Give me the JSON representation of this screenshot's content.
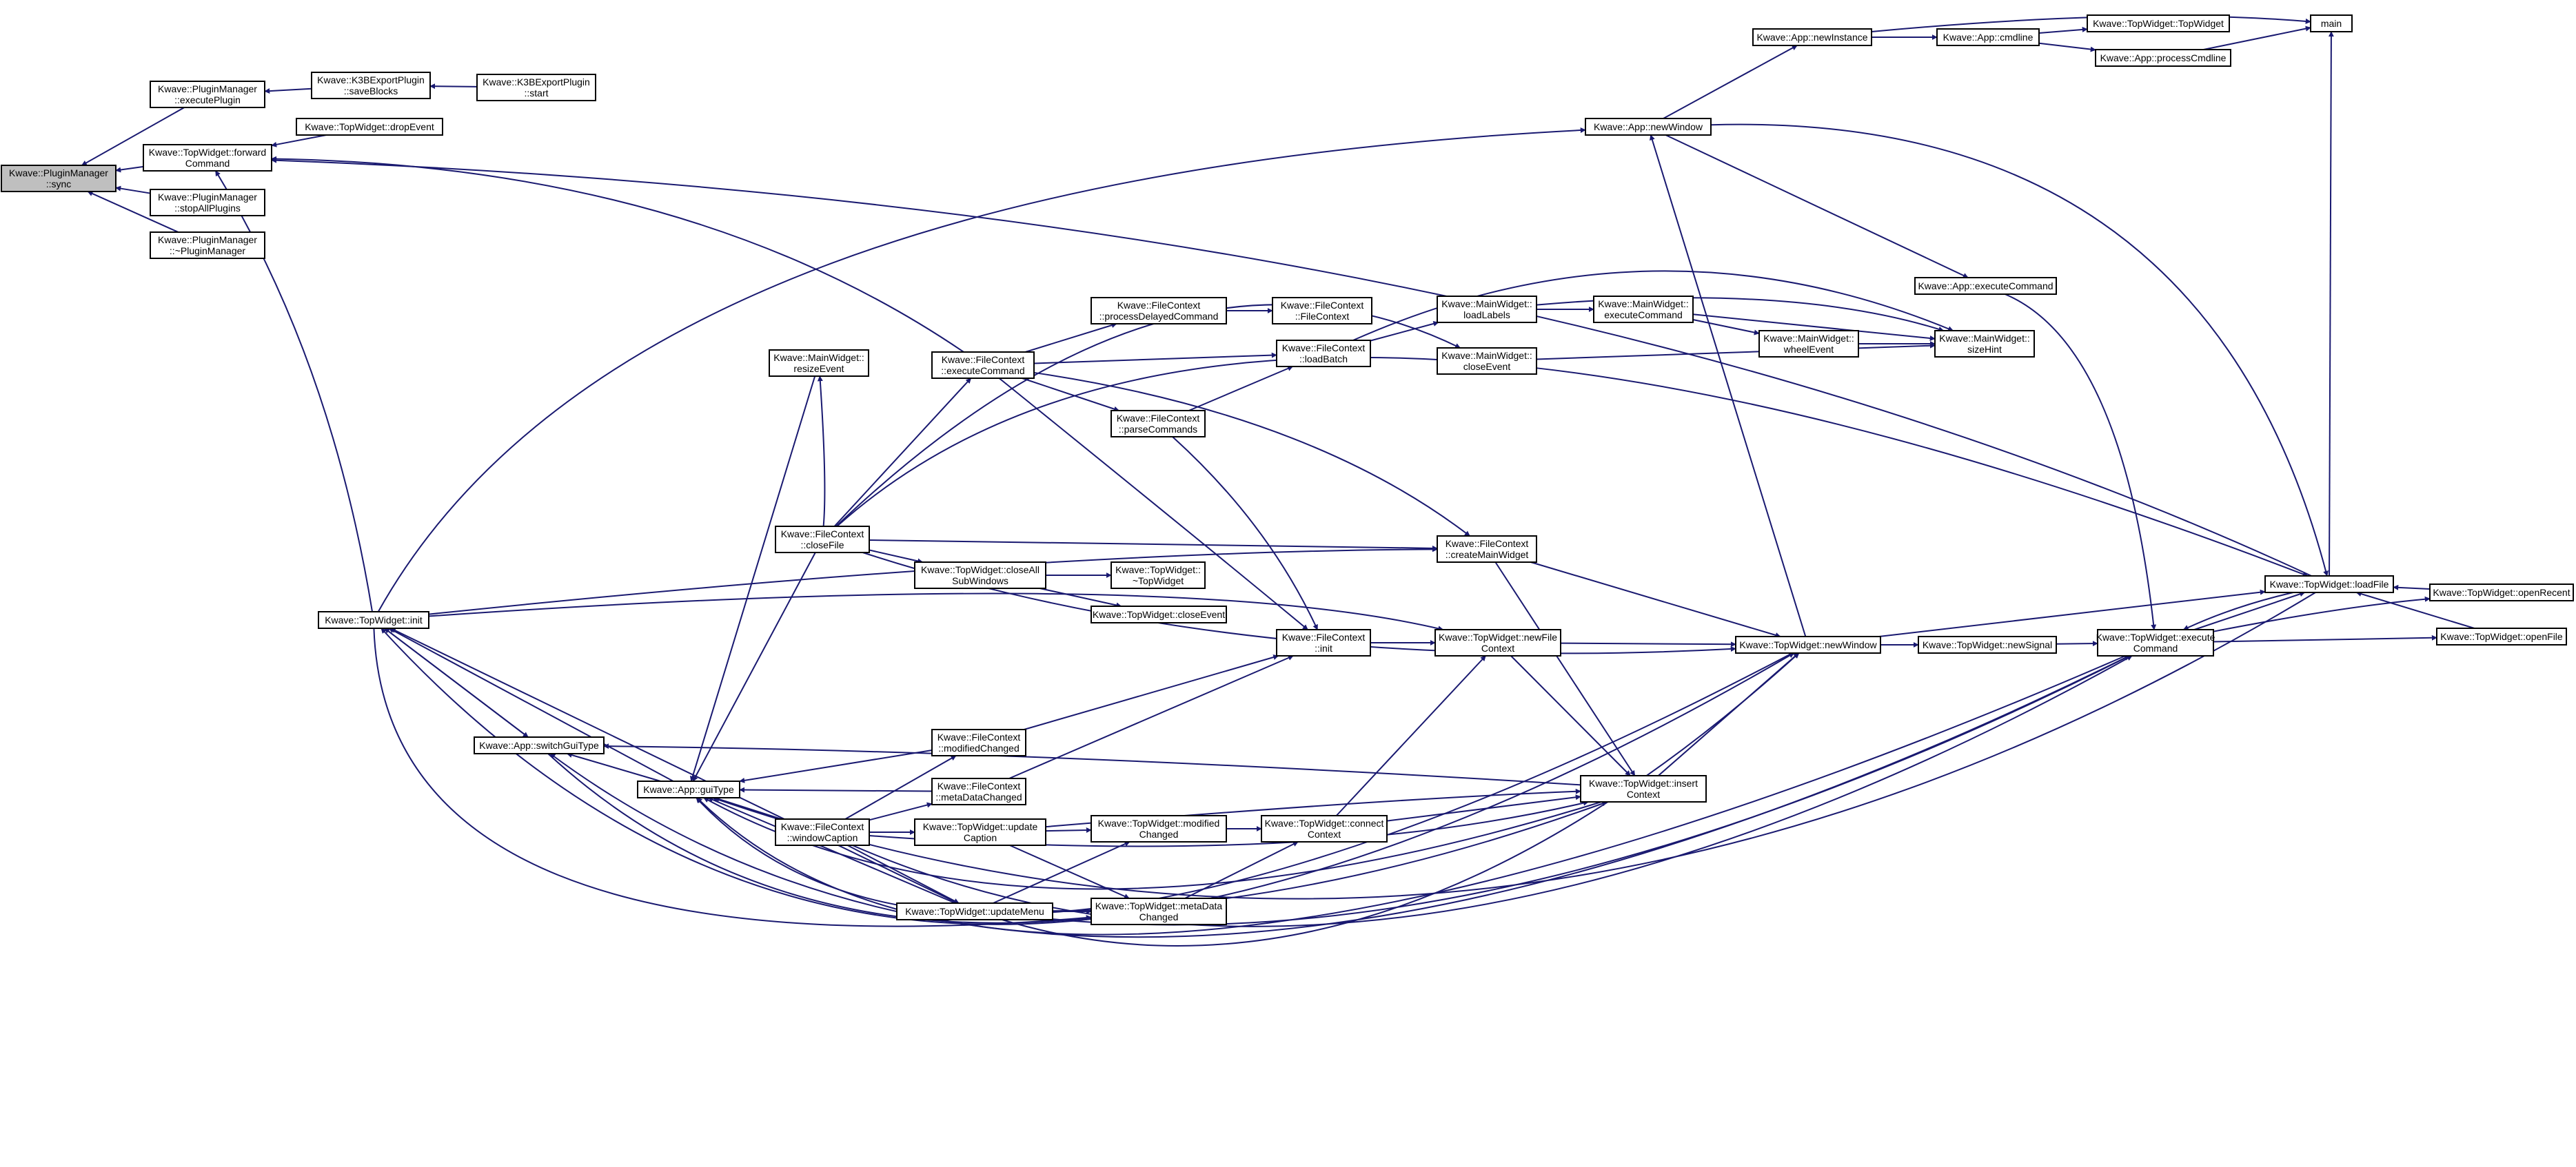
{
  "graph": {
    "colors": {
      "edge": "#191970",
      "node_fill": "#ffffff",
      "focus_fill": "#bfbfbf",
      "border": "#000000"
    },
    "nodes": [
      {
        "id": "sync",
        "lines": [
          "Kwave::PluginManager",
          "::sync"
        ],
        "focus": true
      },
      {
        "id": "executePlugin",
        "lines": [
          "Kwave::PluginManager",
          "::executePlugin"
        ]
      },
      {
        "id": "forwardCommand",
        "lines": [
          "Kwave::TopWidget::forward",
          "Command"
        ]
      },
      {
        "id": "stopAllPlugins",
        "lines": [
          "Kwave::PluginManager",
          "::stopAllPlugins"
        ]
      },
      {
        "id": "dtorPluginManager",
        "lines": [
          "Kwave::PluginManager",
          "::~PluginManager"
        ]
      },
      {
        "id": "saveBlocks",
        "lines": [
          "Kwave::K3BExportPlugin",
          "::saveBlocks"
        ]
      },
      {
        "id": "k3bStart",
        "lines": [
          "Kwave::K3BExportPlugin",
          "::start"
        ]
      },
      {
        "id": "dropEvent",
        "lines": [
          "Kwave::TopWidget::dropEvent"
        ]
      },
      {
        "id": "twInit",
        "lines": [
          "Kwave::TopWidget::init"
        ]
      },
      {
        "id": "switchGuiType",
        "lines": [
          "Kwave::App::switchGuiType"
        ]
      },
      {
        "id": "guiType",
        "lines": [
          "Kwave::App::guiType"
        ]
      },
      {
        "id": "resizeEvent",
        "lines": [
          "Kwave::MainWidget::",
          "resizeEvent"
        ]
      },
      {
        "id": "closeFile",
        "lines": [
          "Kwave::FileContext",
          "::closeFile"
        ]
      },
      {
        "id": "windowCaption",
        "lines": [
          "Kwave::FileContext",
          "::windowCaption"
        ]
      },
      {
        "id": "fcExecuteCommand",
        "lines": [
          "Kwave::FileContext",
          "::executeCommand"
        ]
      },
      {
        "id": "processDelayed",
        "lines": [
          "Kwave::FileContext",
          "::processDelayedCommand"
        ]
      },
      {
        "id": "parseCommands",
        "lines": [
          "Kwave::FileContext",
          "::parseCommands"
        ]
      },
      {
        "id": "closeAllSub",
        "lines": [
          "Kwave::TopWidget::closeAll",
          "SubWindows"
        ]
      },
      {
        "id": "modifiedChanged",
        "lines": [
          "Kwave::FileContext",
          "::modifiedChanged"
        ]
      },
      {
        "id": "metaDataChanged",
        "lines": [
          "Kwave::FileContext",
          "::metaDataChanged"
        ]
      },
      {
        "id": "updateCaption",
        "lines": [
          "Kwave::TopWidget::update",
          "Caption"
        ]
      },
      {
        "id": "updateMenu",
        "lines": [
          "Kwave::TopWidget::updateMenu"
        ]
      },
      {
        "id": "fcCtor",
        "lines": [
          "Kwave::FileContext",
          "::FileContext"
        ]
      },
      {
        "id": "loadBatch",
        "lines": [
          "Kwave::FileContext",
          "::loadBatch"
        ]
      },
      {
        "id": "dtorTopWidget",
        "lines": [
          "Kwave::TopWidget::",
          "~TopWidget"
        ]
      },
      {
        "id": "twCloseEvent",
        "lines": [
          "Kwave::TopWidget::closeEvent"
        ]
      },
      {
        "id": "fcInit",
        "lines": [
          "Kwave::FileContext",
          "::init"
        ]
      },
      {
        "id": "twModifiedChanged",
        "lines": [
          "Kwave::TopWidget::modified",
          "Changed"
        ]
      },
      {
        "id": "twMetaDataChanged",
        "lines": [
          "Kwave::TopWidget::metaData",
          "Changed"
        ]
      },
      {
        "id": "loadLabels",
        "lines": [
          "Kwave::MainWidget::",
          "loadLabels"
        ]
      },
      {
        "id": "mwCloseEvent",
        "lines": [
          "Kwave::MainWidget::",
          "closeEvent"
        ]
      },
      {
        "id": "createMainWidget",
        "lines": [
          "Kwave::FileContext",
          "::createMainWidget"
        ]
      },
      {
        "id": "newFileContext",
        "lines": [
          "Kwave::TopWidget::newFile",
          "Context"
        ]
      },
      {
        "id": "connectContext",
        "lines": [
          "Kwave::TopWidget::connect",
          "Context"
        ]
      },
      {
        "id": "mwExecuteCommand",
        "lines": [
          "Kwave::MainWidget::",
          "executeCommand"
        ]
      },
      {
        "id": "wheelEvent",
        "lines": [
          "Kwave::MainWidget::",
          "wheelEvent"
        ]
      },
      {
        "id": "sizeHint",
        "lines": [
          "Kwave::MainWidget::",
          "sizeHint"
        ]
      },
      {
        "id": "insertContext",
        "lines": [
          "Kwave::TopWidget::insert",
          "Context"
        ]
      },
      {
        "id": "twNewWindow",
        "lines": [
          "Kwave::TopWidget::newWindow"
        ]
      },
      {
        "id": "appNewWindow",
        "lines": [
          "Kwave::App::newWindow"
        ]
      },
      {
        "id": "newInstance",
        "lines": [
          "Kwave::App::newInstance"
        ]
      },
      {
        "id": "cmdline",
        "lines": [
          "Kwave::App::cmdline"
        ]
      },
      {
        "id": "appExecuteCommand",
        "lines": [
          "Kwave::App::executeCommand"
        ]
      },
      {
        "id": "newSignal",
        "lines": [
          "Kwave::TopWidget::newSignal"
        ]
      },
      {
        "id": "twExecuteCommand",
        "lines": [
          "Kwave::TopWidget::execute",
          "Command"
        ]
      },
      {
        "id": "twCtor",
        "lines": [
          "Kwave::TopWidget::TopWidget"
        ]
      },
      {
        "id": "processCmdline",
        "lines": [
          "Kwave::App::processCmdline"
        ]
      },
      {
        "id": "loadFile",
        "lines": [
          "Kwave::TopWidget::loadFile"
        ]
      },
      {
        "id": "main",
        "lines": [
          "main"
        ]
      },
      {
        "id": "openRecent",
        "lines": [
          "Kwave::TopWidget::openRecent"
        ]
      },
      {
        "id": "openFile",
        "lines": [
          "Kwave::TopWidget::openFile"
        ]
      }
    ]
  }
}
